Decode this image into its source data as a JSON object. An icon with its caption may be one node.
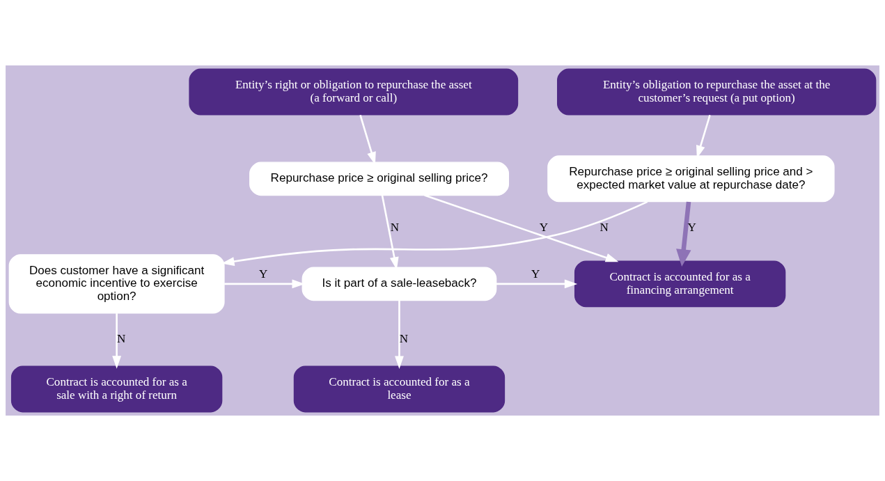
{
  "diagram": {
    "nodes": [
      {
        "text": [
          "Entity’s right or obligation to repurchase the asset (a forward or call)"
        ]
      },
      {
        "text": [
          "Entity’s obligation to repurchase the asset at the customer’s request (a put option)"
        ]
      },
      {
        "text": [
          "Repurchase price ≥ original selling price?"
        ]
      },
      {
        "text": [
          "Repurchase price ≥ original selling price and > expected market value at repurchase date?"
        ]
      },
      {
        "text": [
          "Contract is accounted for as a financing arrangement"
        ]
      },
      {
        "text": [
          "Is it part of a sale-leaseback?"
        ]
      },
      {
        "text": [
          "Does customer have a significant economic incentive to exercise option?"
        ]
      },
      {
        "text": [
          "Contract is accounted for as a lease"
        ]
      },
      {
        "text": [
          "Contract is accounted for as a sale with a right of return"
        ]
      }
    ],
    "edges": [
      {
        "from": 0,
        "to": 2,
        "arrow": "to"
      },
      {
        "from": 1,
        "to": 3,
        "arrow": "to"
      },
      {
        "from": 2,
        "to": 4,
        "arrow": "to",
        "label": "Y"
      },
      {
        "from": 2,
        "to": 5,
        "arrow": "to",
        "label": "N"
      },
      {
        "from": 3,
        "to": 4,
        "arrow": "to",
        "label": "Y",
        "style": "thick",
        "color": "#8e73b6"
      },
      {
        "from": 3,
        "to": 6,
        "arrow": "to",
        "label": "N"
      },
      {
        "from": 5,
        "to": 4,
        "arrow": "to",
        "label": "Y"
      },
      {
        "from": 5,
        "to": 7,
        "arrow": "to",
        "label": "N"
      },
      {
        "from": 6,
        "to": 5,
        "arrow": "to",
        "label": "Y"
      },
      {
        "from": 6,
        "to": 8,
        "arrow": "to",
        "label": "N"
      }
    ]
  }
}
